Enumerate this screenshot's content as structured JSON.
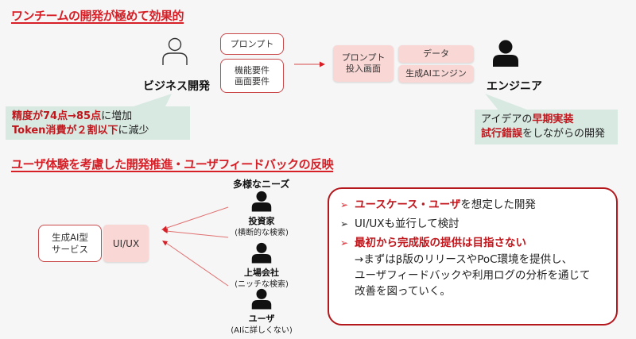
{
  "section1": {
    "title": "ワンチームの開発が極めて効果的",
    "business": {
      "label": "ビジネス開発",
      "icon": "person-outline-icon"
    },
    "business_boxes": [
      "プロンプト",
      "機能要件\n画面要件"
    ],
    "system": {
      "main": "プロンプト\n投入画面",
      "data": "データ",
      "engine": "生成AIエンジン"
    },
    "engineer": {
      "label": "エンジニア",
      "icon": "person-filled-icon"
    },
    "business_callout": {
      "line1_red": "精度が74点→85点",
      "line1_rest": "に増加",
      "line2_red": "Token消費が２割以下",
      "line2_rest": "に減少"
    },
    "engineer_callout": {
      "line1_plain": "アイデアの",
      "line1_red": "早期実装",
      "line2_red": "試行錯誤",
      "line2_rest": "をしながらの開発"
    }
  },
  "section2": {
    "title": "ユーザ体験を考慮した開発推進・ユーザフィードバックの反映",
    "service_box": "生成AI型\nサービス",
    "uiux_box": "UI/UX",
    "needs_title": "多様なニーズ",
    "personas": [
      {
        "label": "投資家",
        "sub": "(横断的な検索)"
      },
      {
        "label": "上場会社",
        "sub": "(ニッチな検索)"
      },
      {
        "label": "ユーザ",
        "sub": "(AIに詳しくない)"
      }
    ],
    "panel": {
      "bullet1_red": "ユースケース・ユーザ",
      "bullet1_rest": "を想定した開発",
      "bullet2": "UI/UXも並行して検討",
      "bullet3_red": "最初から完成版の提供は目指さない",
      "bullet3_sub": "→まずはβ版のリリースやPoC環境を提供し、\nユーザフィードバックや利用ログの分析を通じて\n改善を図っていく。"
    }
  },
  "colors": {
    "accent_red": "#d61f26",
    "pink_box": "#f9d7d5",
    "callout_green": "#d8e9e2"
  }
}
